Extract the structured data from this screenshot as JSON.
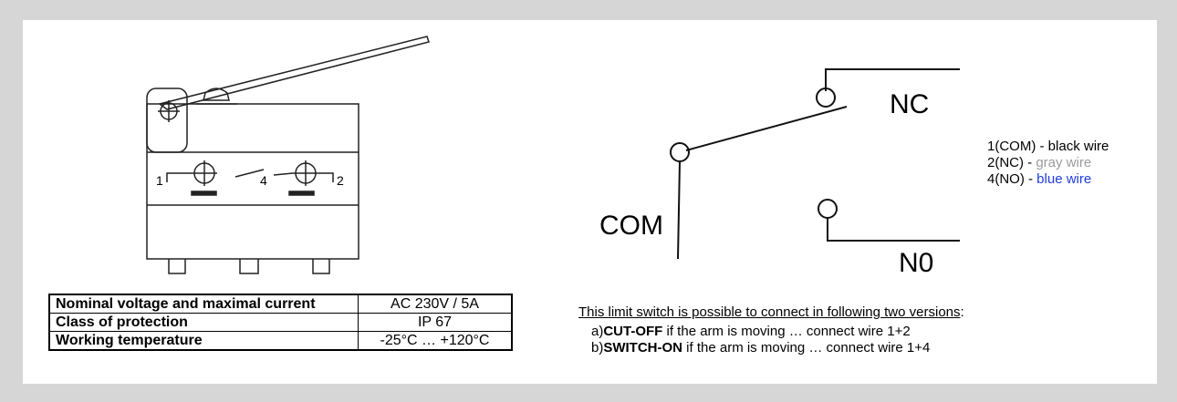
{
  "drawing": {
    "terminal_1": "1",
    "terminal_4": "4",
    "terminal_2": "2"
  },
  "diagram": {
    "label_nc": "NC",
    "label_com": "COM",
    "label_no": "N0"
  },
  "wires": [
    {
      "prefix": "1(COM) - ",
      "color_text": "black wire",
      "color": "#000000"
    },
    {
      "prefix": "2(NC) - ",
      "color_text": "gray wire",
      "color": "#9b9b9b"
    },
    {
      "prefix": "4(NO) - ",
      "color_text": "blue wire",
      "color": "#1f3cdc"
    }
  ],
  "specs": [
    {
      "label": "Nominal voltage and maximal current",
      "value": "AC 230V / 5A"
    },
    {
      "label": "Class of protection",
      "value": "IP 67"
    },
    {
      "label": "Working temperature",
      "value": "-25°C … +120°C"
    }
  ],
  "versions": {
    "heading": "This limit switch is possible to connect in following two versions",
    "heading_suffix": ":",
    "options": [
      {
        "marker": "a)",
        "bold": "CUT-OFF",
        "text": " if the arm is moving … connect wire 1+2"
      },
      {
        "marker": "b)",
        "bold": "SWITCH-ON",
        "text": " if the arm is moving … connect wire 1+4"
      }
    ]
  }
}
